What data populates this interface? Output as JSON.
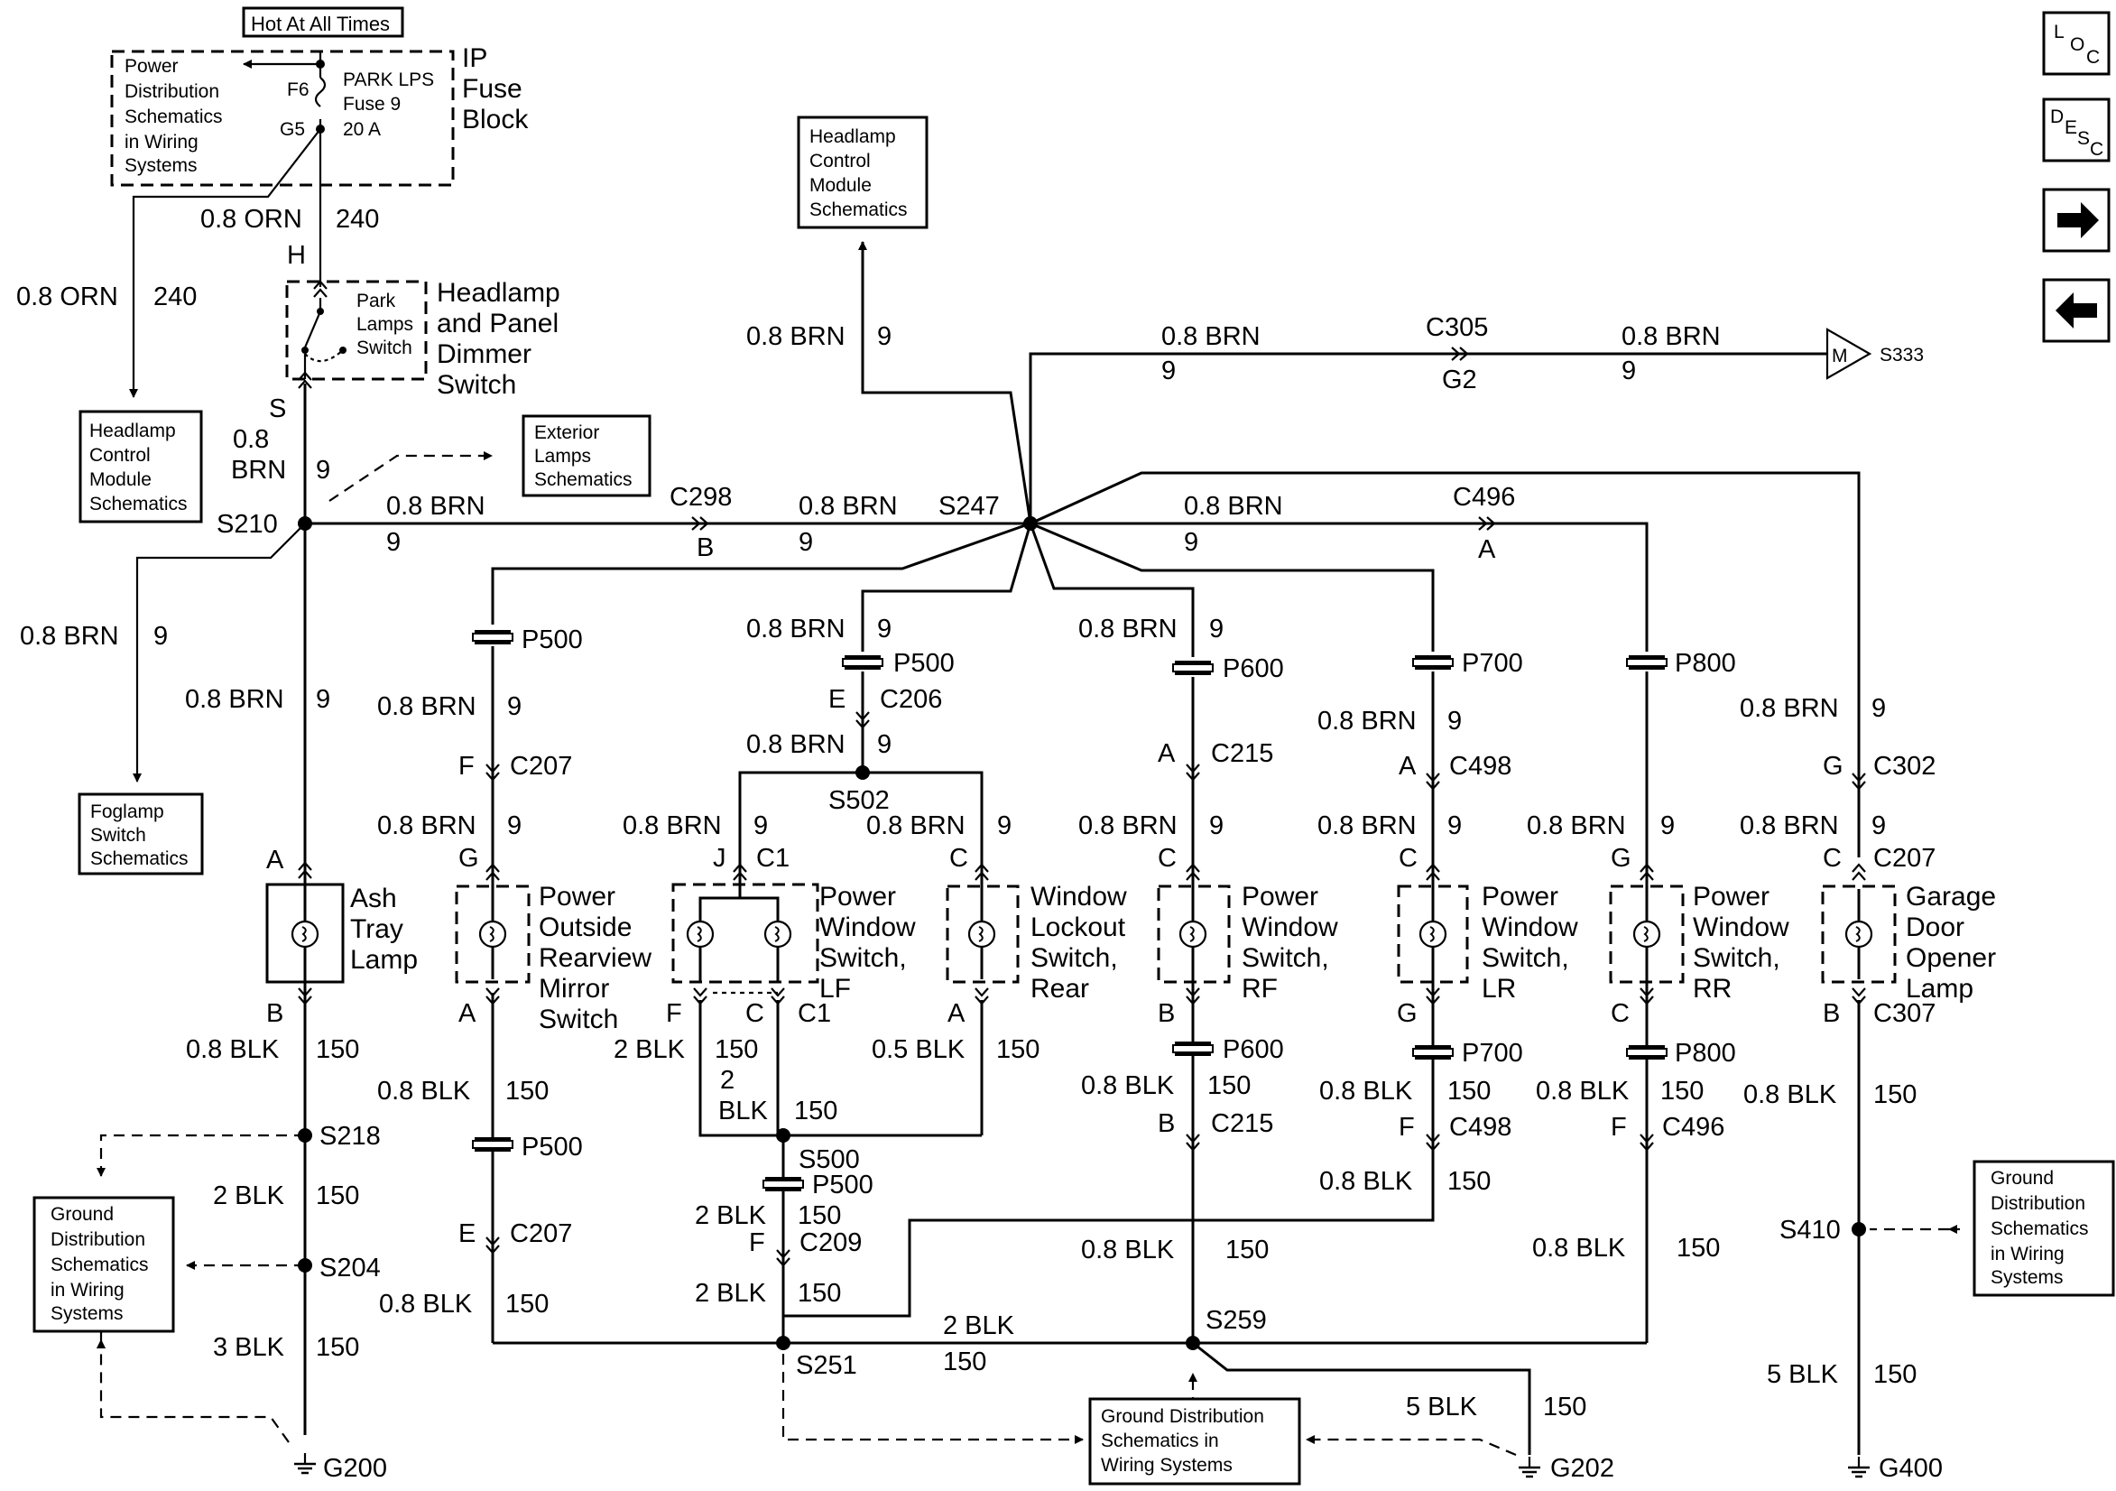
{
  "hot": "Hot At All Times",
  "pd_box": [
    "Power",
    "Distribution",
    "Schematics",
    "in Wiring",
    "Systems"
  ],
  "fuse": {
    "f6": "F6",
    "g5": "G5",
    "name": [
      "PARK LPS",
      "Fuse 9",
      "20 A"
    ],
    "block": [
      "IP",
      "Fuse",
      "Block"
    ]
  },
  "w_orn": "0.8 ORN",
  "c240": "240",
  "pin_h": "H",
  "park_sw": [
    "Park",
    "Lamps",
    "Switch"
  ],
  "hd_sw": [
    "Headlamp",
    "and Panel",
    "Dimmer",
    "Switch"
  ],
  "pin_s": "S",
  "hcm1": [
    "Headlamp",
    "Control",
    "Module",
    "Schematics"
  ],
  "hcm2": [
    "Headlamp",
    "Control",
    "Module",
    "Schematics"
  ],
  "ext": [
    "Exterior",
    "Lamps",
    "Schematics"
  ],
  "fog": [
    "Foglamp",
    "Switch",
    "Schematics"
  ],
  "brn": "0.8 BRN",
  "brn_a": "0.8",
  "brn_b": "BRN",
  "c9": "9",
  "c150": "150",
  "s210": "S210",
  "s247": "S247",
  "c298": "C298",
  "b": "B",
  "c305": "C305",
  "g2": "G2",
  "s333": "S333",
  "m": "M",
  "c496": "C496",
  "a": "A",
  "p500": "P500",
  "p600": "P600",
  "p700": "P700",
  "p800": "P800",
  "e": "E",
  "c206": "C206",
  "s502": "S502",
  "f": "F",
  "c207": "C207",
  "g": "G",
  "c215": "C215",
  "c498": "C498",
  "c302": "C302",
  "c": "C",
  "j": "J",
  "c1": "C1",
  "ash": [
    "Ash",
    "Tray",
    "Lamp"
  ],
  "mirror": [
    "Power",
    "Outside",
    "Rearview",
    "Mirror",
    "Switch"
  ],
  "pwlf": [
    "Power",
    "Window",
    "Switch,",
    "LF"
  ],
  "lockout": [
    "Window",
    "Lockout",
    "Switch,",
    "Rear"
  ],
  "pwrf": [
    "Power",
    "Window",
    "Switch,",
    "RF"
  ],
  "pwlr": [
    "Power",
    "Window",
    "Switch,",
    "LR"
  ],
  "pwrr": [
    "Power",
    "Window",
    "Switch,",
    "RR"
  ],
  "garage": [
    "Garage",
    "Door",
    "Opener",
    "Lamp"
  ],
  "c307": "C307",
  "blk08": "0.8 BLK",
  "blk2": "2 BLK",
  "blk3": "3 BLK",
  "blk5": "5 BLK",
  "blk05": "0.5 BLK",
  "n2": "2",
  "blkw": "BLK",
  "s218": "S218",
  "s204": "S204",
  "s500": "S500",
  "c209": "C209",
  "s251": "S251",
  "s259": "S259",
  "s410": "S410",
  "g200": "G200",
  "g202": "G202",
  "g400": "G400",
  "gd_left": [
    "Ground",
    "Distribution",
    "Schematics",
    "in Wiring",
    "Systems"
  ],
  "gd_right": [
    "Ground",
    "Distribution",
    "Schematics",
    "in Wiring",
    "Systems"
  ],
  "gd_bottom": [
    "Ground Distribution",
    "Schematics in",
    "Wiring Systems"
  ],
  "nav": {
    "loc": [
      "L",
      "O",
      "C"
    ],
    "desc": [
      "D",
      "E",
      "S",
      "C"
    ],
    "next": "➔",
    "prev": "🡄"
  }
}
